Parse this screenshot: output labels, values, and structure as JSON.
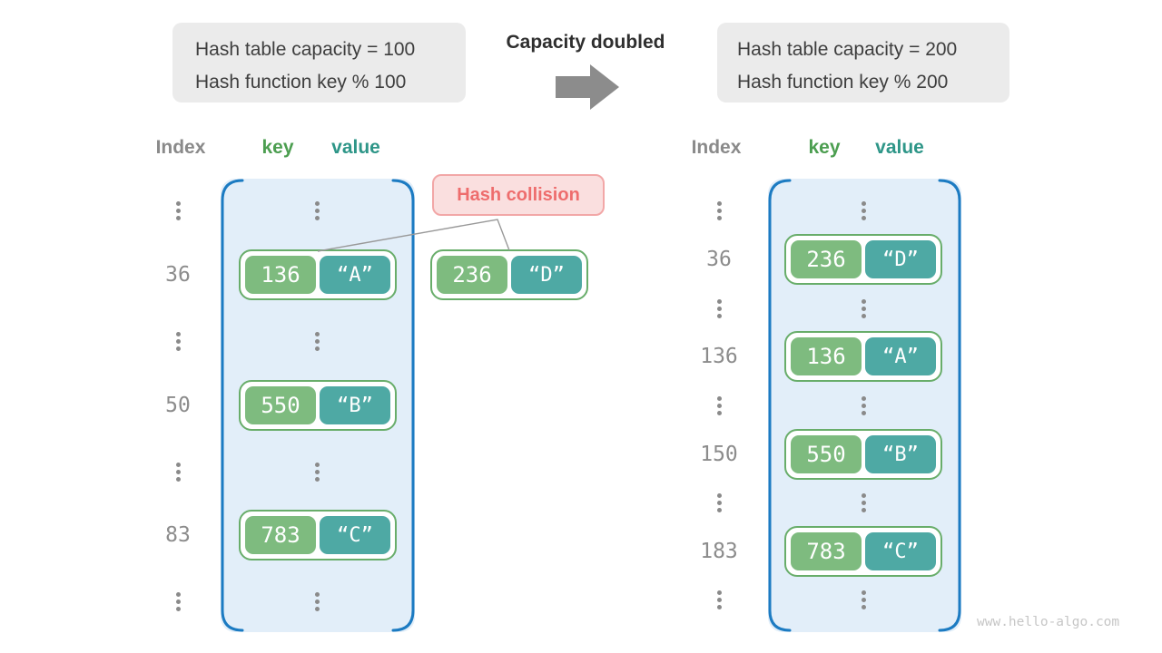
{
  "colors": {
    "accent_blue": "#1C7BC2",
    "bucket_bg": "#E2EEF9",
    "key_green": "#7EBB7F",
    "value_teal": "#4EA9A4",
    "pair_border_green": "#68AD6A",
    "collision_text_red": "#EE6D6D",
    "collision_bg_pink": "#FADFDF",
    "info_box_gray": "#EBEBEB",
    "gray_text": "#8C8C8C",
    "arrow_gray": "#8C8C8C"
  },
  "info_before": {
    "line1": "Hash table capacity = 100",
    "line2": "Hash function key % 100"
  },
  "info_after": {
    "line1": "Hash table capacity = 200",
    "line2": "Hash function key % 200"
  },
  "transition": {
    "label": "Capacity doubled",
    "arrow_icon": "right-arrow-icon"
  },
  "table_headers": {
    "index": "Index",
    "key": "key",
    "value": "value"
  },
  "collision": {
    "label": "Hash collision",
    "pair": {
      "key": "236",
      "value": "“D”"
    }
  },
  "left_table": {
    "entries": [
      {
        "index": "36",
        "key": "136",
        "value": "“A”"
      },
      {
        "index": "50",
        "key": "550",
        "value": "“B”"
      },
      {
        "index": "83",
        "key": "783",
        "value": "“C”"
      }
    ]
  },
  "right_table": {
    "entries": [
      {
        "index": "36",
        "key": "236",
        "value": "“D”"
      },
      {
        "index": "136",
        "key": "136",
        "value": "“A”"
      },
      {
        "index": "150",
        "key": "550",
        "value": "“B”"
      },
      {
        "index": "183",
        "key": "783",
        "value": "“C”"
      }
    ]
  },
  "watermark": "www.hello-algo.com"
}
